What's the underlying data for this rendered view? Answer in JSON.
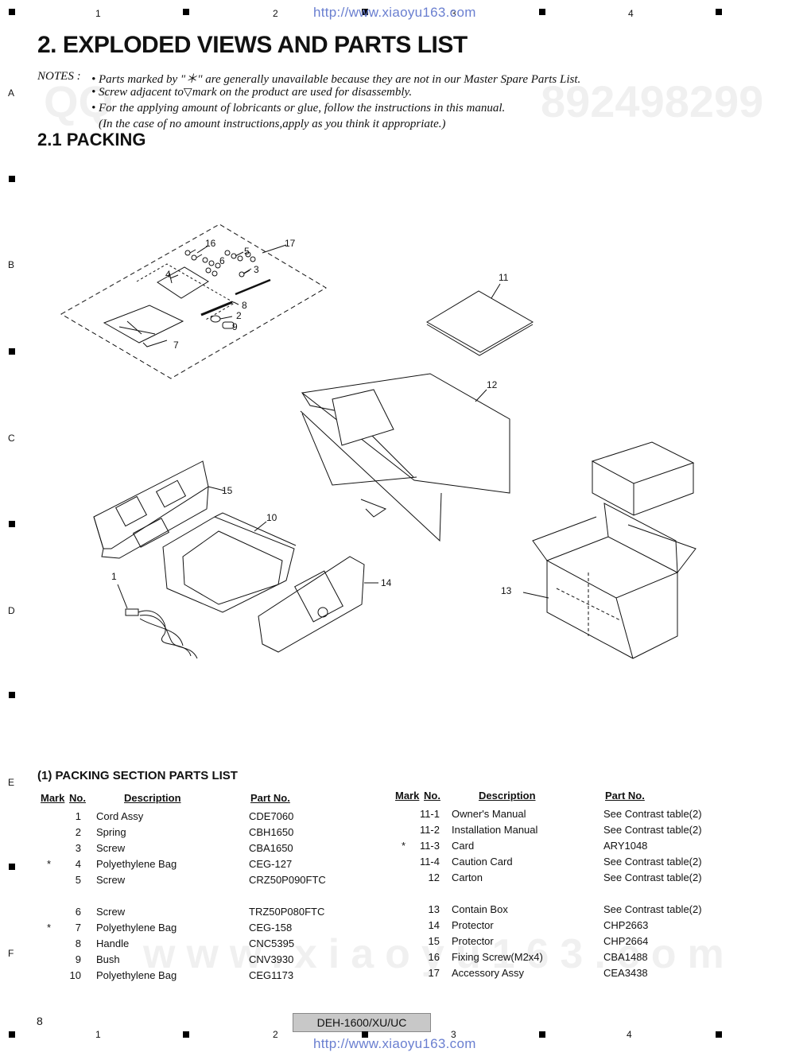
{
  "header": {
    "url": "http://www.xiaoyu163.com",
    "column_numbers": [
      "1",
      "2",
      "3",
      "4"
    ]
  },
  "row_letters": [
    "A",
    "B",
    "C",
    "D",
    "E",
    "F"
  ],
  "title": "2. EXPLODED VIEWS AND PARTS LIST",
  "notes": {
    "label": "NOTES :",
    "line1": "• Parts marked by  \"＊\"  are generally unavailable because they are not in our Master Spare Parts List.",
    "line2a": "• Screw adjacent to",
    "line2b": "mark on the product are used for disassembly.",
    "line3": "• For the applying amount of lobricants or glue, follow the instructions in this manual.",
    "line4": "(In the case of no amount instructions,apply as you think it appropriate.)"
  },
  "section_title": "2.1  PACKING",
  "diagram": {
    "callouts": [
      "16",
      "17",
      "5",
      "6",
      "3",
      "4",
      "8",
      "2",
      "9",
      "7",
      "11",
      "12",
      "15",
      "10",
      "1",
      "14",
      "13"
    ]
  },
  "parts_list": {
    "title": "(1) PACKING SECTION PARTS LIST",
    "headers": {
      "mark": "Mark",
      "no": "No.",
      "description": "Description",
      "part_no": "Part No."
    },
    "left": [
      {
        "mark": "",
        "no": "1",
        "description": "Cord Assy",
        "part_no": "CDE7060"
      },
      {
        "mark": "",
        "no": "2",
        "description": "Spring",
        "part_no": "CBH1650"
      },
      {
        "mark": "",
        "no": "3",
        "description": "Screw",
        "part_no": "CBA1650"
      },
      {
        "mark": "*",
        "no": "4",
        "description": "Polyethylene Bag",
        "part_no": "CEG-127"
      },
      {
        "mark": "",
        "no": "5",
        "description": "Screw",
        "part_no": "CRZ50P090FTC"
      },
      {
        "mark": "",
        "no": "6",
        "description": "Screw",
        "part_no": "TRZ50P080FTC"
      },
      {
        "mark": "*",
        "no": "7",
        "description": "Polyethylene Bag",
        "part_no": "CEG-158"
      },
      {
        "mark": "",
        "no": "8",
        "description": "Handle",
        "part_no": "CNC5395"
      },
      {
        "mark": "",
        "no": "9",
        "description": "Bush",
        "part_no": "CNV3930"
      },
      {
        "mark": "",
        "no": "10",
        "description": "Polyethylene Bag",
        "part_no": "CEG1173"
      }
    ],
    "right": [
      {
        "mark": "",
        "no": "11-1",
        "description": "Owner's Manual",
        "part_no": "See Contrast table(2)"
      },
      {
        "mark": "",
        "no": "11-2",
        "description": "Installation Manual",
        "part_no": "See Contrast table(2)"
      },
      {
        "mark": "*",
        "no": "11-3",
        "description": "Card",
        "part_no": "ARY1048"
      },
      {
        "mark": "",
        "no": "11-4",
        "description": "Caution Card",
        "part_no": "See Contrast table(2)"
      },
      {
        "mark": "",
        "no": "12",
        "description": "Carton",
        "part_no": "See Contrast table(2)"
      },
      {
        "mark": "",
        "no": "13",
        "description": "Contain Box",
        "part_no": "See Contrast table(2)"
      },
      {
        "mark": "",
        "no": "14",
        "description": "Protector",
        "part_no": "CHP2663"
      },
      {
        "mark": "",
        "no": "15",
        "description": "Protector",
        "part_no": "CHP2664"
      },
      {
        "mark": "",
        "no": "16",
        "description": "Fixing Screw(M2x4)",
        "part_no": "CBA1488"
      },
      {
        "mark": "",
        "no": "17",
        "description": "Accessory Assy",
        "part_no": "CEA3438"
      }
    ]
  },
  "footer": {
    "page": "8",
    "model": "DEH-1600/XU/UC"
  }
}
